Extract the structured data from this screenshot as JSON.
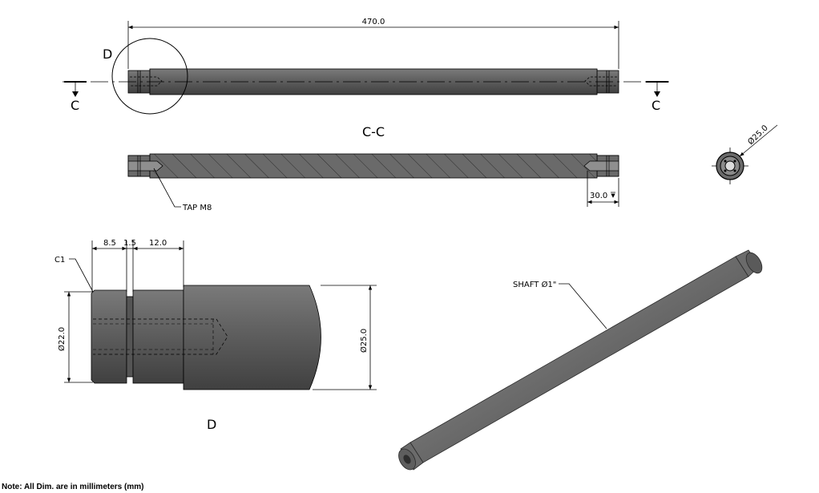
{
  "dimensions": {
    "overall_length": "470.0",
    "tap_depth": "30.0",
    "shoulder_lengths": [
      "8.5",
      "1.5",
      "12.0"
    ],
    "chamfer": "C1",
    "diameter_small": "Ø22.0",
    "diameter_large": "Ø25.0",
    "diameter_end": "Ø25.0"
  },
  "labels": {
    "detail_ref": "D",
    "section_mark_left": "C",
    "section_mark_right": "C",
    "section_title": "C-C",
    "tap_callout": "TAP M8",
    "detail_title": "D",
    "iso_callout": "SHAFT Ø1\""
  },
  "note": "Note: All Dim. are in millimeters (mm)",
  "colors": {
    "body": "#595959",
    "body_light": "#8a8a8a",
    "line": "#000000"
  }
}
